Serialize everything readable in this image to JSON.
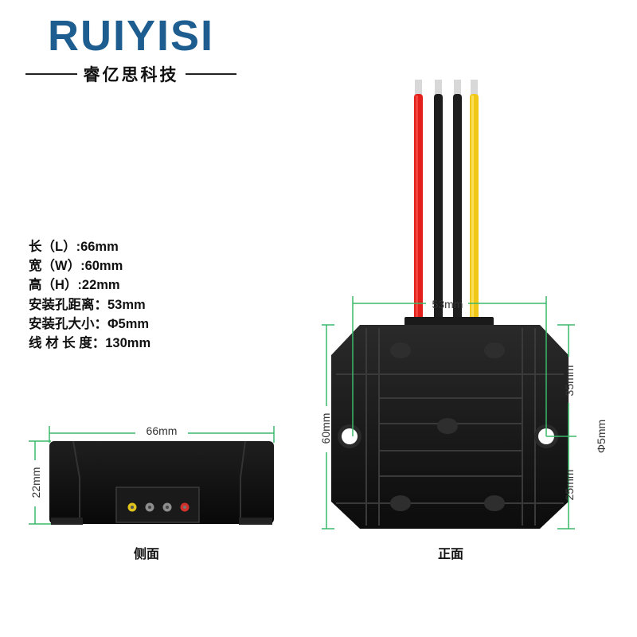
{
  "logo": {
    "word": "RUIYISI",
    "subtitle": "睿亿思科技"
  },
  "specs": [
    "长（L）:66mm",
    "宽（W）:60mm",
    "高（H）:22mm",
    "安装孔距离：53mm",
    "安装孔大小：Φ5mm",
    "线 材 长 度：130mm"
  ],
  "side_view": {
    "width_label": "66mm",
    "height_label": "22mm",
    "caption": "侧面"
  },
  "front_view": {
    "hole_distance_label": "53mm",
    "height_label": "60mm",
    "upper_label": "35mm",
    "lower_label": "25mm",
    "hole_label": "Φ5mm",
    "caption": "正面"
  },
  "colors": {
    "brand": "#1d5d8f",
    "dimension_line": "#3cb86a",
    "wire_red": "#e3201c",
    "wire_black": "#1e1e1e",
    "wire_yellow": "#f2c816",
    "body": "#141414"
  }
}
